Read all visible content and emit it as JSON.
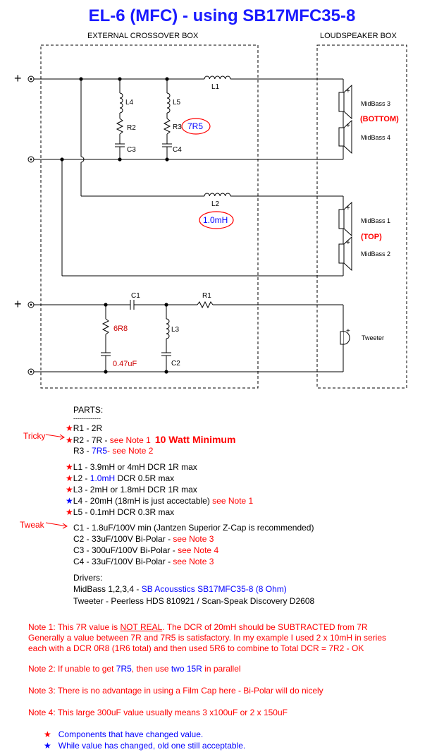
{
  "title": "EL-6 (MFC) - using SB17MFC35-8",
  "boxes": {
    "crossover": "EXTERNAL CROSSOVER BOX",
    "speaker": "LOUDSPEAKER BOX"
  },
  "terminals": {
    "plus": "+"
  },
  "components": {
    "L1": "L1",
    "L2": "L2",
    "L3": "L3",
    "L4": "L4",
    "L5": "L5",
    "R1": "R1",
    "R2": "R2",
    "R3": "R3",
    "C1": "C1",
    "C2": "C2",
    "C3": "C3",
    "C4": "C4",
    "r_value_6r8": "6R8",
    "c_value_047": "0.47uF",
    "r3_callout": "7R5",
    "l2_callout": "1.0mH"
  },
  "drivers": {
    "midbass3": "MidBass 3",
    "midbass4": "MidBass 4",
    "midbass1": "MidBass 1",
    "midbass2": "MidBass 2",
    "tweeter": "Tweeter",
    "bottom_label": "(BOTTOM)",
    "top_label": "(TOP)"
  },
  "parts": {
    "heading": "PARTS:",
    "dashes": "-------------",
    "tricky": "Tricky",
    "tweak": "Tweak",
    "r1": "R1 - 2R",
    "r2_a": "R2 - 7R - ",
    "r2_b": "see Note 1",
    "r2_c": "10 Watt Minimum",
    "r3_a": "R3 - ",
    "r3_b": "7R5",
    "r3_c": "- see Note 2",
    "l1": "L1 - 3.9mH or 4mH DCR 1R max",
    "l2_a": "L2 - ",
    "l2_b": "1.0mH",
    "l2_c": " DCR 0.5R max",
    "l3": "L3 - 2mH or 1.8mH DCR 1R max",
    "l4_a": "L4 - 20mH (18mH is just accectable)",
    "l4_b": " see Note 1",
    "l5": "L5 - 0.1mH DCR 0.3R max",
    "c1": "C1 - 1.8uF/100V min (Jantzen Superior Z-Cap is recommended)",
    "c2_a": "C2 - 33uF/100V Bi-Polar - ",
    "c2_b": " see Note 3",
    "c3_a": "C3 - 300uF/100V Bi-Polar - ",
    "c3_b": " see Note 4",
    "c4_a": "C4 - 33uF/100V Bi-Polar - ",
    "c4_b": " see Note 3",
    "drivers_heading": "Drivers:",
    "midbass_a": "MidBass 1,2,3,4 - ",
    "midbass_b": "SB Acousstics SB17MFC35-8 (8 Ohm)",
    "tweeter_line": "Tweeter - Peerless HDS 810921 / Scan-Speak Discovery D2608"
  },
  "notes": {
    "n1_a": "Note 1: This 7R value is ",
    "n1_b": "NOT REAL",
    "n1_c": ". The DCR of 20mH should be SUBTRACTED from 7R",
    "n1_line2": "Generally a value between 7R and 7R5 is satisfactory. In my example I used 2 x 10mH in series",
    "n1_line3": "each with a DCR 0R8 (1R6 total) and then used 5R6 to combine to Total DCR = 7R2 - OK",
    "n2_a": "Note 2: If unable to get ",
    "n2_b": "7R5",
    "n2_c": ", then use ",
    "n2_d": "two 15R",
    "n2_e": " in parallel",
    "n3": "Note 3: There is no advantage in using a Film Cap here - Bi-Polar will do nicely",
    "n4": "Note 4: This large 300uF value usually means 3 x100uF or 2 x 150uF"
  },
  "legend": {
    "star": "★",
    "red_text": "Components that have changed value.",
    "blue_text": "While value has changed, old one still acceptable."
  },
  "colors": {
    "title": "#1a1aff",
    "red": "#ff0000",
    "blue": "#0000ff",
    "wire": "#000000"
  }
}
